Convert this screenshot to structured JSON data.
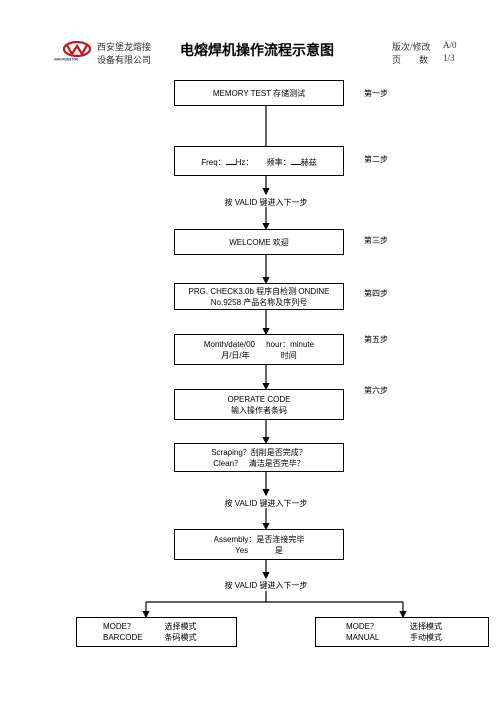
{
  "header": {
    "company_line1": "西安堡龙熔接",
    "company_line2": "设备有限公司",
    "logo_text": "XIAN RUNSTON",
    "title": "电熔焊机操作流程示意图",
    "version_label": "版次/修改",
    "version_value": "A/0",
    "page_label": "页        数",
    "page_value": "1/3"
  },
  "flow": {
    "box1": "MEMORY TEST  存储测试",
    "box2": {
      "freq_label": "Freq：",
      "hz_label": "Hz：",
      "pinlv_label": "频率：",
      "hezi_label": "赫兹"
    },
    "note1": "按 VALID 键进入下一步",
    "box3": "WELCOME  欢迎",
    "box4": {
      "line1": "PRG. CHECK3.0b  程序自检测 ONDINE",
      "line2": "No.9258  产品名称及序列号"
    },
    "box5": {
      "line1": "Month/date/00     hour：minute",
      "line2a": "月/日/年",
      "line2b": "时间"
    },
    "box6": {
      "line1": "OPERATE CODE",
      "line2": "输入操作者条码"
    },
    "box7": {
      "line1": "Scraping？刮削是否完成？",
      "line2": "Clean？   清洁是否完毕？"
    },
    "note2": "按 VALID 键进入下一步",
    "box8": {
      "line1": "Assembly：是否连接完毕",
      "line2a": "Yes",
      "line2b": "是"
    },
    "note3": "按 VALID 键进入下一步",
    "box9": {
      "r1a": "MODE？",
      "r1b": "选择模式",
      "r2a": "BARCODE",
      "r2b": "条码模式"
    },
    "box10": {
      "r1a": "MODE？",
      "r1b": "选择模式",
      "r2a": "MANUAL",
      "r2b": "手动模式"
    }
  },
  "steps": [
    "第一步",
    "第二步",
    "第三步",
    "第四步",
    "第五步",
    "第六步"
  ]
}
